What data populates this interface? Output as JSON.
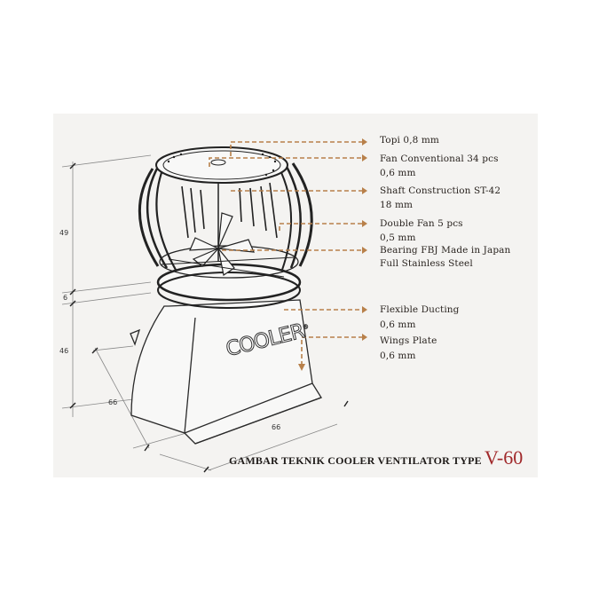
{
  "title": "GAMBAR TEKNIK COOLER VENTILATOR TYPE",
  "model": "V-60",
  "brand": "COOLER",
  "brand_mark": "®",
  "colors": {
    "panel_bg": "#f4f3f1",
    "callout_line": "#b8804a",
    "model_text": "#a0282a",
    "line_art": "#2a2a2a"
  },
  "callouts": [
    {
      "line1": "Topi 0,8 mm"
    },
    {
      "line1": "Fan Conventional 34 pcs",
      "line2": "0,6 mm"
    },
    {
      "line1": "Shaft Construction ST-42",
      "line2": "18 mm"
    },
    {
      "line1": "Double Fan 5 pcs",
      "line2": "0,5 mm"
    },
    {
      "line1": "Bearing FBJ Made in Japan",
      "line2": "Full Stainless Steel"
    },
    {
      "line1": "Flexible Ducting",
      "line2": "0,6 mm"
    },
    {
      "line1": "Wings Plate",
      "line2": "0,6 mm"
    }
  ],
  "dimensions": {
    "turbine_height": "49",
    "ring_height": "6",
    "base_height": "46",
    "base_depth": "66",
    "base_width": "66"
  }
}
